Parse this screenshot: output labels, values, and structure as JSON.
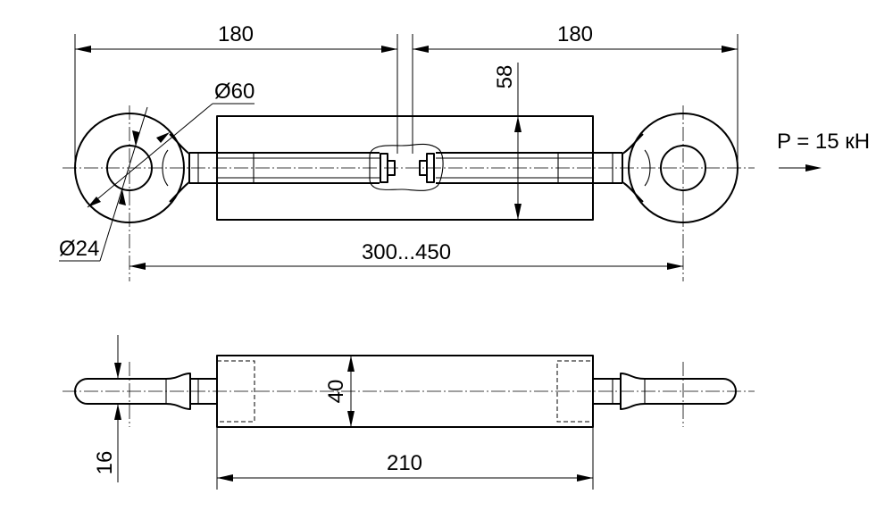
{
  "labels": {
    "dim_left_180": "180",
    "dim_right_180": "180",
    "dim_58": "58",
    "dim_d60": "Ø60",
    "dim_d24": "Ø24",
    "dim_300_450": "300...450",
    "load": "P = 15 кН",
    "dim_40": "40",
    "dim_16": "16",
    "dim_210": "210"
  }
}
